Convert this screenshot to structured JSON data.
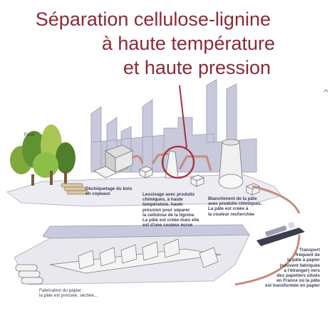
{
  "title_lines": [
    "Séparation cellulose-lignine",
    "à haute température",
    "et haute pression"
  ],
  "labels": {
    "foret": "Forêt",
    "dechiquetage": "Déchiquetage du bois\nen copeaux",
    "lessivage": "Lessivage avec produits\nchimiques, à haute\ntempérature, haute\npression pour séparer\nla cellulose de la lignine.\nLa pâte est créée mais elle\nest d'une couleur écrue",
    "blanchiment": "Blanchiment de la pâte\navec produits chimiques.\nLa pâte est créée à\nla couleur recherchée",
    "transport": "Transport\nfréquent de\nla pâte à papier\n(souvent fabriquée\nà l'étranger) vers\ndes papetiers situés\nen France où la pâte\nest transformée en papier",
    "fabrication": "Fabrication du papier :\nla pâte est pressée, séchée..."
  },
  "colors": {
    "title": "#8a2a35",
    "highlight_circle": "#a8323e",
    "factory": "#c9c9dc",
    "ground": "#e8e8ee",
    "arrow": "#c98a7e"
  },
  "icons": [
    "scroll-up-caret-icon"
  ]
}
